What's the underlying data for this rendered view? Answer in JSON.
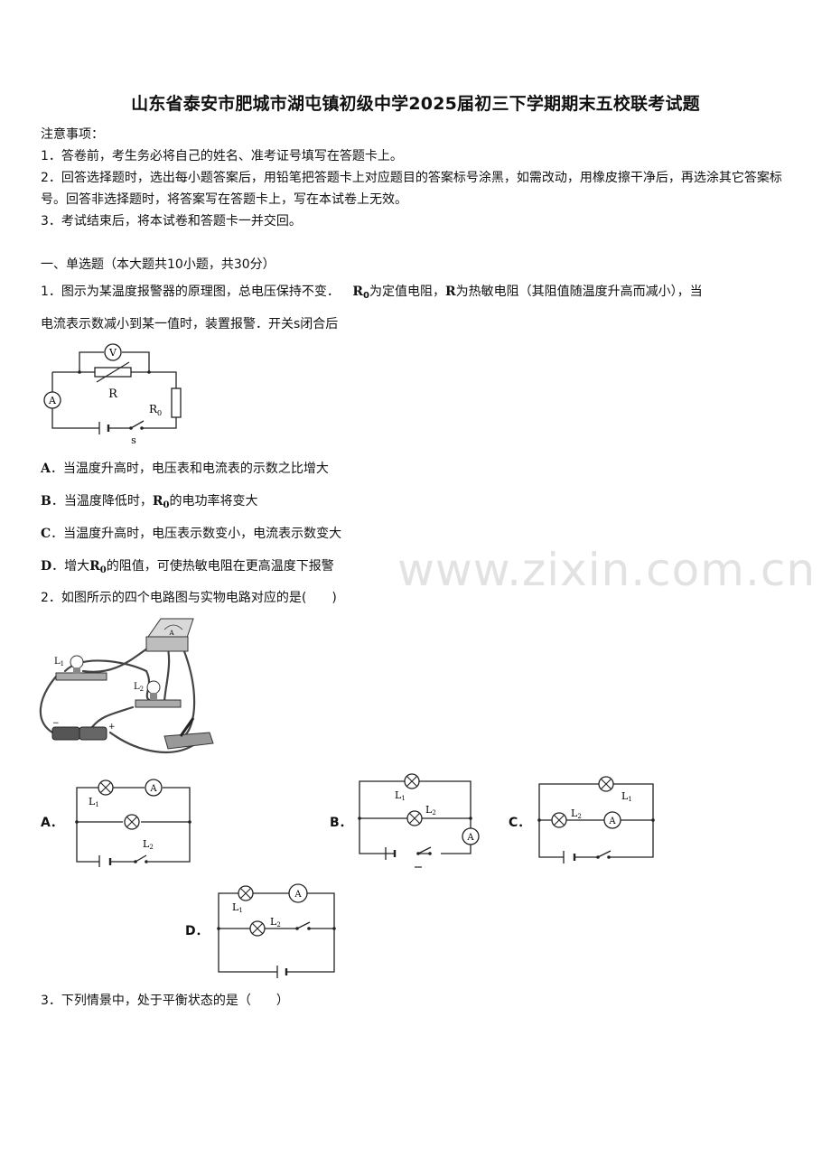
{
  "title": "山东省泰安市肥城市湖屯镇初级中学2025届初三下学期期末五校联考试题",
  "notice": {
    "heading": "注意事项：",
    "items": [
      "1．答卷前，考生务必将自己的姓名、准考证号填写在答题卡上。",
      "2．回答选择题时，选出每小题答案后，用铅笔把答题卡上对应题目的答案标号涂黑，如需改动，用橡皮擦干净后，再选涂其它答案标号。回答非选择题时，将答案写在答题卡上，写在本试卷上无效。",
      "3．考试结束后，将本试卷和答题卡一并交回。"
    ]
  },
  "section1": "一、单选题（本大题共10小题，共30分）",
  "q1": {
    "line1_a": "1．图示为某温度报警器的原理图，总电压保持不变．",
    "r0": "R",
    "r0_sub": "0",
    "line1_b": "为定值电阻，",
    "r": "R",
    "line1_c": "为热敏电阻（其阻值随温度升高而减小），当",
    "line2": "电流表示数减小到某一值时，装置报警．开关s闭合后",
    "figure": {
      "voltmeter": "V",
      "ammeter": "A",
      "resistor": "R",
      "fixed": "R",
      "fixed_sub": "0",
      "switch": "s"
    },
    "options": [
      {
        "label": "A",
        "text": "．当温度升高时，电压表和电流表的示数之比增大"
      },
      {
        "label": "B",
        "pre": "．当温度降低时，",
        "r": "R",
        "sub": "0",
        "post": "的电功率将变大"
      },
      {
        "label": "C",
        "text": "．当温度升高时，电压表示数变小，电流表示数变大"
      },
      {
        "label": "D",
        "pre": "．增大",
        "r": "R",
        "sub": "0",
        "post": "的阻值，可使热敏电阻在更高温度下报警"
      }
    ]
  },
  "q2": {
    "stem": "2．如图所示的四个电路图与实物电路对应的是(　　)",
    "photo": {
      "l1": "L",
      "l1_sub": "1",
      "l2": "L",
      "l2_sub": "2",
      "meter": "A",
      "minus": "−",
      "plus": "+"
    },
    "options": [
      {
        "label": "A．",
        "l1": "L",
        "l1_sub": "1",
        "l2": "L",
        "l2_sub": "2",
        "meter": "A"
      },
      {
        "label": "B．",
        "l1": "L",
        "l1_sub": "1",
        "l2": "L",
        "l2_sub": "2",
        "meter": "A"
      },
      {
        "label": "C．",
        "l1": "L",
        "l1_sub": "1",
        "l2": "L",
        "l2_sub": "2",
        "meter": "A"
      },
      {
        "label": "D．",
        "l1": "L",
        "l1_sub": "1",
        "l2": "L",
        "l2_sub": "2",
        "meter": "A"
      }
    ]
  },
  "q3": {
    "stem": "3．下列情景中，处于平衡状态的是（　　）"
  },
  "watermark": "www.zixin.com.cn"
}
